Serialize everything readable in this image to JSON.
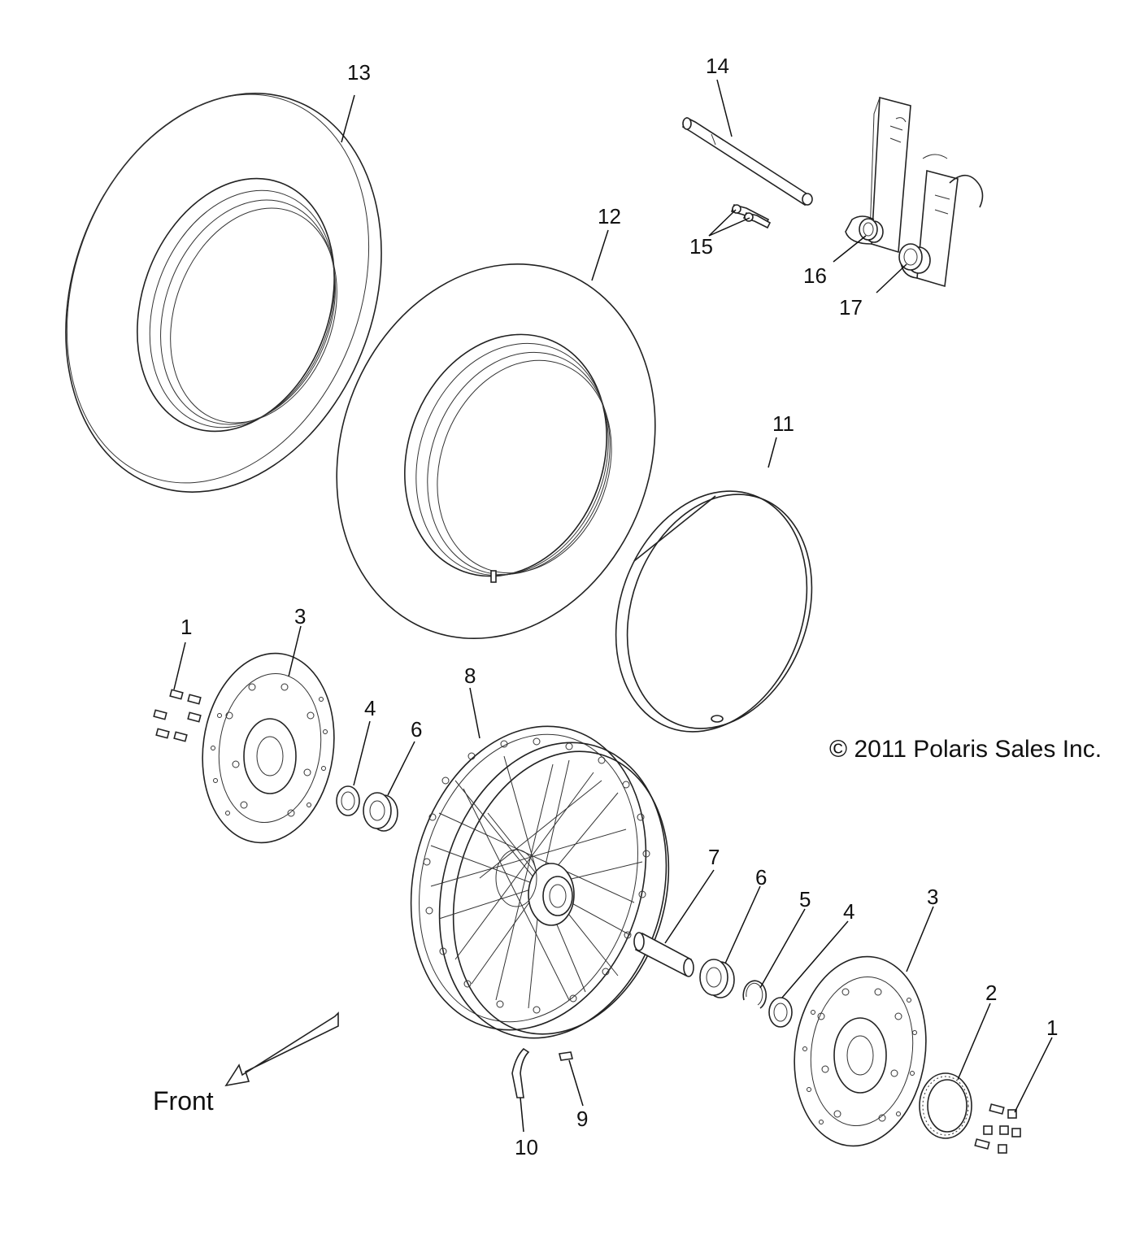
{
  "callouts": {
    "c1_left": "1",
    "c3_left": "3",
    "c4_left": "4",
    "c6_left": "6",
    "c8": "8",
    "c11": "11",
    "c12": "12",
    "c13": "13",
    "c14": "14",
    "c15": "15",
    "c16": "16",
    "c17": "17",
    "c7": "7",
    "c6_right": "6",
    "c5": "5",
    "c4_right": "4",
    "c3_right": "3",
    "c2": "2",
    "c1_right": "1",
    "c9": "9",
    "c10": "10"
  },
  "front_label": "Front",
  "copyright": "© 2011 Polaris Sales Inc."
}
